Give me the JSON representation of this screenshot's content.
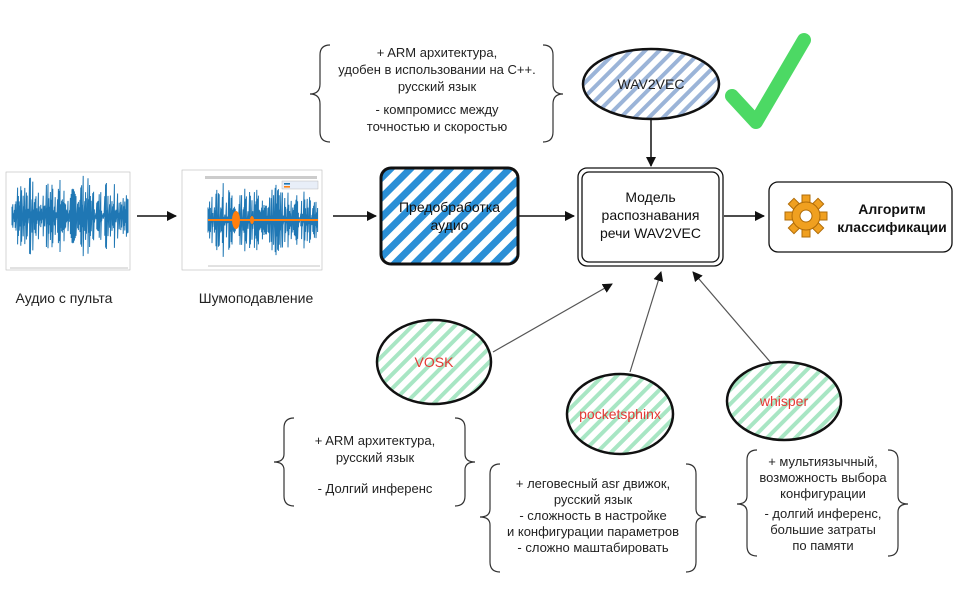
{
  "nodes": {
    "preprocess": "Предобработка аудио",
    "model": "Модель распознавания речи WAV2VEC",
    "classification": "Алгоритм классификации",
    "wav2vec": "WAV2VEC",
    "vosk": "VOSK",
    "pocketsphinx": "pocketsphinx",
    "whisper": "whisper"
  },
  "captions": {
    "audio_source": "Аудио с пульта",
    "noise_reduction": "Шумоподавление"
  },
  "notes": {
    "wav2vec": [
      "+ ARM архитектура,",
      "удобен в использовании на C++.",
      "русский язык",
      "- компромисс между",
      "точностью и скоростью"
    ],
    "vosk": [
      "+ ARM архитектура,",
      "русский язык",
      "- Долгий инференс"
    ],
    "pocketsphinx": [
      "+ леговесный asr движок,",
      "русский язык",
      "- сложность в настройке",
      "и конфигурации параметров",
      "- сложно маштабировать"
    ],
    "whisper": [
      "+ мультиязычный,",
      "возможность выбора",
      "конфигурации",
      "- долгий инференс,",
      "большие затраты",
      "по памяти"
    ]
  },
  "colors": {
    "blue_hatch": "#2a8fd6",
    "wav2vec_hatch": "#9bb4d8",
    "green_hatch": "#a8e6c4",
    "checkmark": "#4cd964",
    "alt_label": "#e53935",
    "gear": "#f0a020"
  },
  "icons": [
    "checkmark-icon",
    "gear-icon",
    "waveform-plot",
    "spectrum-plot"
  ]
}
